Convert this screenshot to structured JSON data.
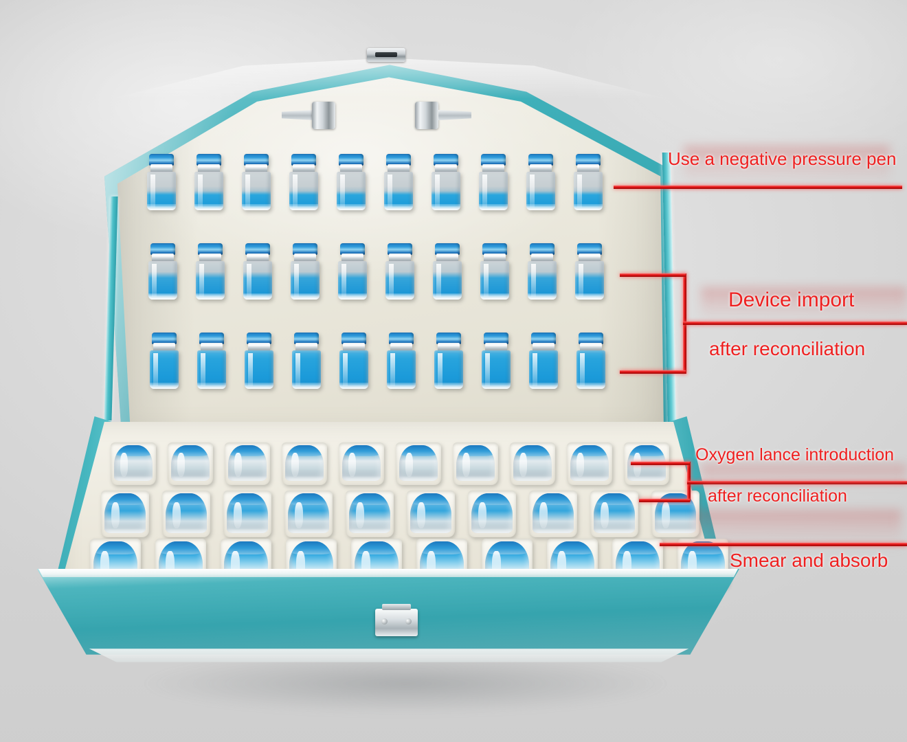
{
  "scene": {
    "title": "Teal presentation case with blue-capped serum vials",
    "background_color": "#dedede",
    "case_color": "#35a4ae",
    "accent_color": "#ee2020",
    "vial_cap_color": "#1f7fc9",
    "vial_liquid_color": "#1b9bd9"
  },
  "case": {
    "lid": {
      "name": "case-lid",
      "rows": [
        {
          "row_label": "lid-row-1",
          "vial_count": 10
        },
        {
          "row_label": "lid-row-2",
          "vial_count": 10
        },
        {
          "row_label": "lid-row-3",
          "vial_count": 10
        }
      ],
      "tool_clips": 2,
      "top_clasp": "clasp"
    },
    "tray": {
      "name": "case-tray",
      "rows": [
        {
          "row_label": "tray-row-1",
          "vial_count": 10
        },
        {
          "row_label": "tray-row-2",
          "vial_count": 10
        },
        {
          "row_label": "tray-row-3",
          "vial_count": 10
        }
      ],
      "applicator_tools": 3,
      "front_latch": "latch"
    }
  },
  "annotations": [
    {
      "id": "annotation-negative-pressure-pen",
      "text": "Use a negative pressure pen",
      "connector": "straight-line",
      "target": "lid-row-1 last vial"
    },
    {
      "id": "annotation-device-import",
      "text": "Device import",
      "connector": "bracket",
      "target": "lid-row-2 and lid-row-3 last vials"
    },
    {
      "id": "annotation-device-import-sub",
      "text": "after reconciliation",
      "connector": "none",
      "target": "lid-row-2 and lid-row-3 last vials"
    },
    {
      "id": "annotation-oxygen-lance",
      "text": "Oxygen lance introduction",
      "connector": "bracket",
      "target": "tray-row-1 and tray-row-2 last vials"
    },
    {
      "id": "annotation-oxygen-lance-sub",
      "text": "after reconciliation",
      "connector": "none",
      "target": "tray-row-1 and tray-row-2 last vials"
    },
    {
      "id": "annotation-smear-and-absorb",
      "text": "Smear and absorb",
      "connector": "straight-line",
      "target": "tray-row-3 last vial"
    }
  ]
}
